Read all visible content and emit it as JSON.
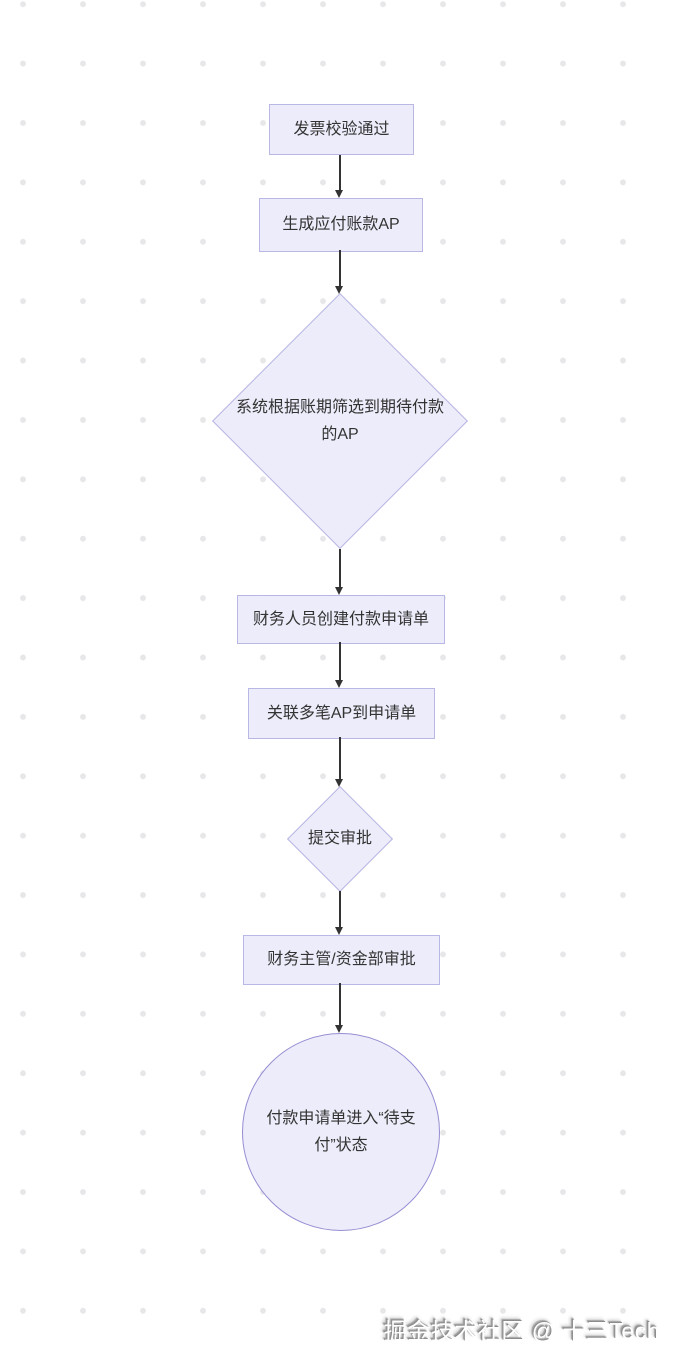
{
  "colors": {
    "canvas_bg": "#ffffff",
    "dot": "#e7e7ea",
    "node_fill": "#ececfa",
    "rect_stroke": "#b9b7e4",
    "diamond_stroke": "#b6b4e2",
    "circle_stroke": "#968ed2",
    "edge": "#333333",
    "label_text": "#333333"
  },
  "diagram": {
    "type": "flowchart",
    "direction": "top-down",
    "nodes": [
      {
        "id": "A",
        "shape": "rectangle",
        "label": "发票校验通过"
      },
      {
        "id": "B",
        "shape": "rectangle",
        "label": "生成应付账款AP"
      },
      {
        "id": "C",
        "shape": "diamond",
        "label": "系统根据账期筛选到期待付款的AP"
      },
      {
        "id": "D",
        "shape": "rectangle",
        "label": "财务人员创建付款申请单"
      },
      {
        "id": "E",
        "shape": "rectangle",
        "label": "关联多笔AP到申请单"
      },
      {
        "id": "F",
        "shape": "diamond",
        "label": "提交审批"
      },
      {
        "id": "G",
        "shape": "rectangle",
        "label": "财务主管/资金部审批"
      },
      {
        "id": "H",
        "shape": "circle",
        "label": "付款申请单进入“待支付”状态"
      }
    ],
    "edges": [
      {
        "from": "A",
        "to": "B"
      },
      {
        "from": "B",
        "to": "C"
      },
      {
        "from": "C",
        "to": "D"
      },
      {
        "from": "D",
        "to": "E"
      },
      {
        "from": "E",
        "to": "F"
      },
      {
        "from": "F",
        "to": "G"
      },
      {
        "from": "G",
        "to": "H"
      }
    ]
  },
  "watermark": {
    "text": "掘金技术社区 @ 十三Tech"
  }
}
